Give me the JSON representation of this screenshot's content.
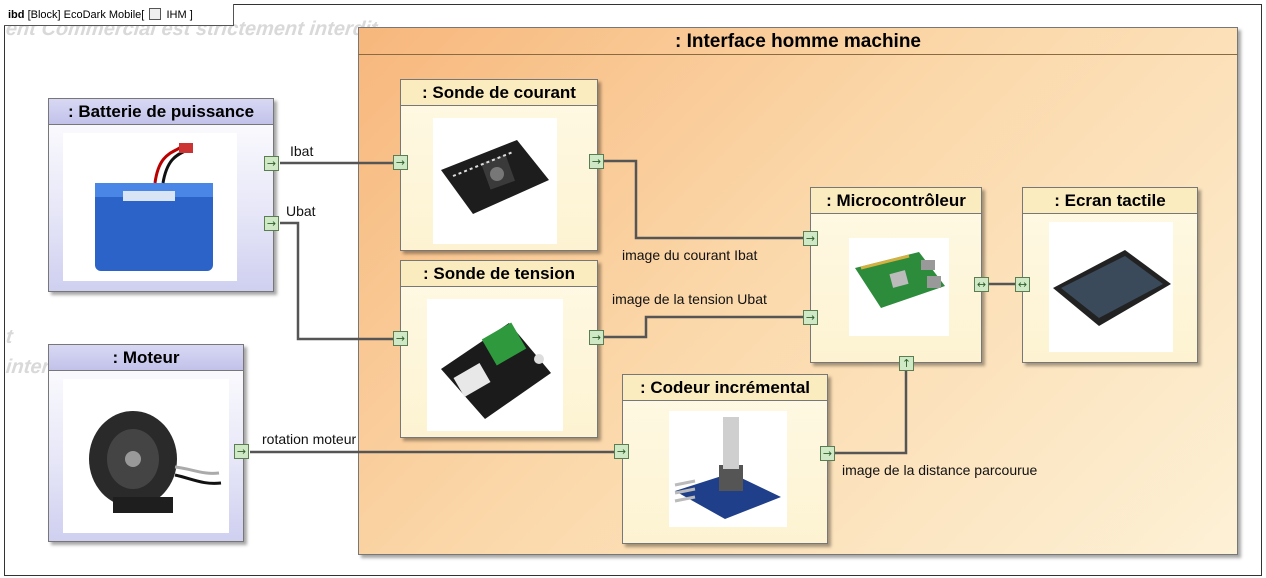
{
  "frame": {
    "kind": "ibd",
    "block_tag": "[Block]",
    "block_name": "EcoDark Mobile",
    "bracket_open": "[",
    "diagram_name": "IHM",
    "bracket_close": "]"
  },
  "watermark": {
    "line1": "ent Commercial est strictement interdit",
    "fragment1": "t",
    "fragment2": "inter"
  },
  "hmi": {
    "title": ": Interface homme machine"
  },
  "blocks": {
    "batterie": {
      "title": ": Batterie de puissance"
    },
    "moteur": {
      "title": ": Moteur"
    },
    "sonde_courant": {
      "title": ": Sonde de courant"
    },
    "sonde_tension": {
      "title": ": Sonde de tension"
    },
    "codeur": {
      "title": ": Codeur incrémental"
    },
    "micro": {
      "title": ": Microcontrôleur"
    },
    "ecran": {
      "title": ": Ecran tactile"
    }
  },
  "connectors": {
    "ibat": "Ibat",
    "ubat": "Ubat",
    "rotation": "rotation moteur",
    "image_courant": "image du courant Ibat",
    "image_tension": "image de la tension Ubat",
    "image_distance": "image de la distance parcourue"
  },
  "ports": {
    "flow_out": "→",
    "flow_in": "→",
    "flow_up": "↑",
    "bidir": "↔"
  },
  "colors": {
    "hmi_gradient_start": "#f7b77c",
    "hmi_gradient_end": "#fdf1d6",
    "external_block": "#e6e6f8",
    "internal_block": "#fdf3d2",
    "port_fill": "#cfe9c6",
    "wire": "#555555"
  },
  "icons": [
    "battery-photo",
    "motor-photo",
    "current-sensor-photo",
    "voltage-sensor-photo",
    "rotary-encoder-photo",
    "raspberry-pi-photo",
    "touchscreen-photo"
  ]
}
